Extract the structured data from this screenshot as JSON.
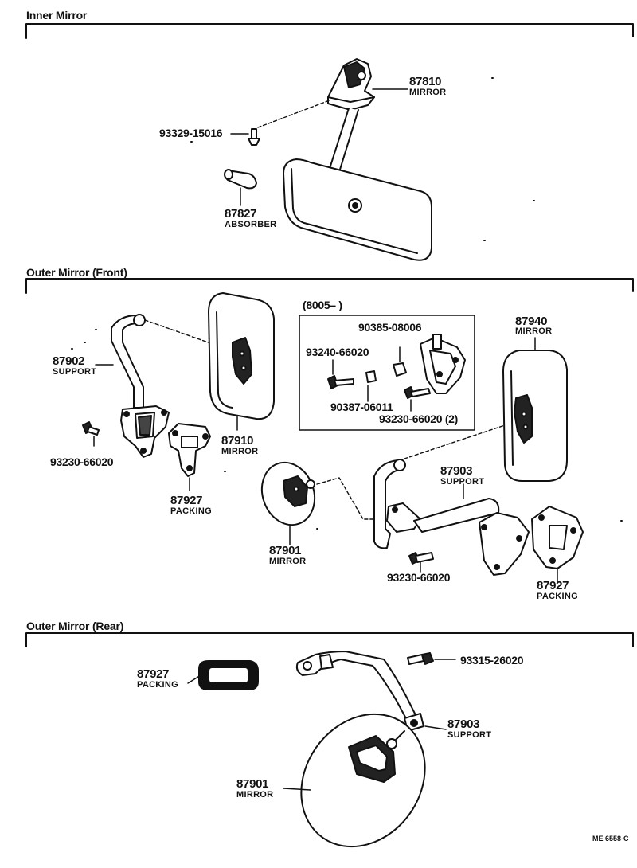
{
  "sections": {
    "inner": "Inner Mirror",
    "front": "Outer Mirror  (Front)",
    "rear": "Outer Mirror  (Rear)"
  },
  "inner_mirror": {
    "mirror_no": "87810",
    "mirror_name": "MIRROR",
    "screw_no": "93329-15016",
    "absorber_no": "87827",
    "absorber_name": "ABSORBER"
  },
  "front_mirror": {
    "support_no": "87902",
    "support_name": "SUPPORT",
    "bolt_left_no": "93230-66020",
    "mirror_left_no": "87910",
    "mirror_left_name": "MIRROR",
    "packing_left_no": "87927",
    "packing_left_name": "PACKING",
    "box_title": "(8005–            )",
    "box_part_a": "90385-08006",
    "box_part_b": "93240-66020",
    "box_part_c": "90387-06011",
    "box_part_d": "93230-66020 (2)",
    "mirror_right_no": "87940",
    "mirror_right_name": "MIRROR",
    "support_right_no": "87903",
    "support_right_name": "SUPPORT",
    "round_mirror_no": "87901",
    "round_mirror_name": "MIRROR",
    "bolt_right_no": "93230-66020",
    "packing_right_no": "87927",
    "packing_right_name": "PACKING"
  },
  "rear_mirror": {
    "packing_no": "87927",
    "packing_name": "PACKING",
    "bolt_no": "93315-26020",
    "support_no": "87903",
    "support_name": "SUPPORT",
    "mirror_no": "87901",
    "mirror_name": "MIRROR"
  },
  "footer_code": "ME 6558-C"
}
